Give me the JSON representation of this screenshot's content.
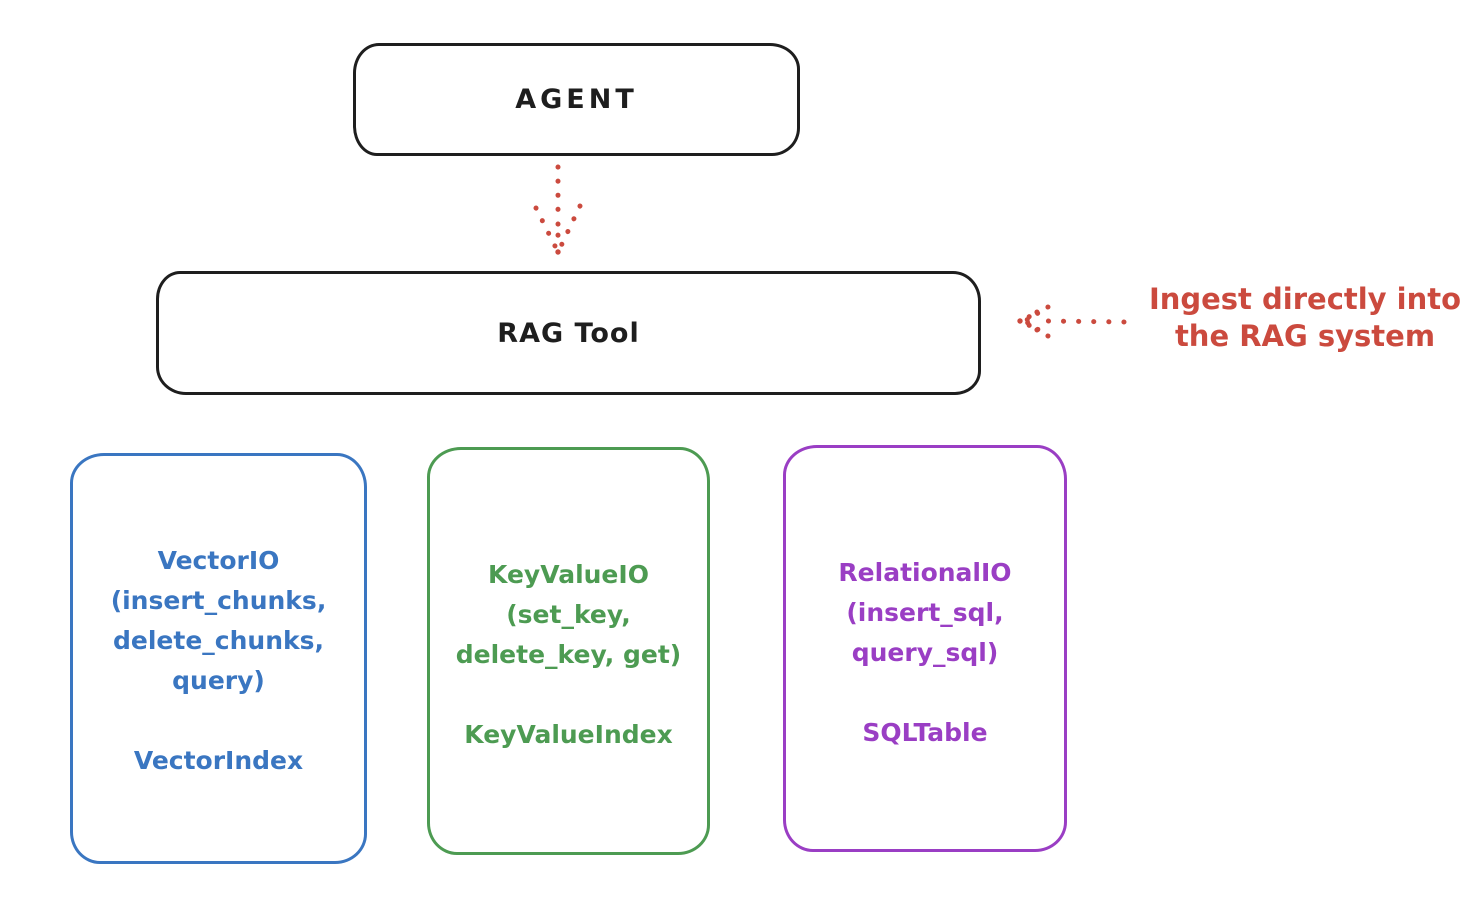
{
  "nodes": {
    "agent": {
      "label": "AGENT"
    },
    "rag_tool": {
      "label": "RAG Tool"
    }
  },
  "annotation": {
    "text": "Ingest directly into\nthe RAG system"
  },
  "storage_boxes": [
    {
      "name": "VectorIO",
      "io_label": "VectorIO\n(insert_chunks,\ndelete_chunks,\nquery)",
      "index_label": "VectorIndex",
      "color": "#3a76c1"
    },
    {
      "name": "KeyValueIO",
      "io_label": "KeyValueIO\n(set_key,\ndelete_key, get)",
      "index_label": "KeyValueIndex",
      "color": "#4d9b52"
    },
    {
      "name": "RelationalIO",
      "io_label": "RelationalIO\n(insert_sql,\nquery_sql)",
      "index_label": "SQLTable",
      "color": "#9a3ec4"
    }
  ],
  "colors": {
    "ink": "#1e1e1e",
    "red": "#cb4a3e",
    "blue": "#3a76c1",
    "green": "#4d9b52",
    "purple": "#9a3ec4"
  }
}
